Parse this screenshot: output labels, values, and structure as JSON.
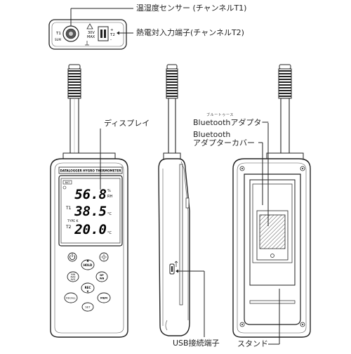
{
  "labels": {
    "sensor_t1": "温湿度センサー (チャンネルT1)",
    "thermo_t2": "熱電対入力端子(チャンネルT2)",
    "display": "ディスプレイ",
    "bt_ruby": "ブルートゥース",
    "bt_adapter": "Bluetoothアダプター",
    "bt_cover_1": "Bluetooth",
    "bt_cover_2": "アダプターカバー",
    "stand": "スタンド",
    "usb": "USB接続端子"
  },
  "top_device": {
    "t1": "T1",
    "sum": "SUM",
    "max": "30V",
    "max2": "MAX",
    "t2": "T2",
    "plus": "+",
    "minus": "-"
  },
  "front": {
    "header": "DATALOGGER HYGRO THERMOMETER",
    "bat": "BAT",
    "rh_value": "56.8",
    "rh_unit_top": "%",
    "rh_unit": "RH",
    "t1_label": "T1",
    "t1_value": "38.5",
    "t1_unit": "°C",
    "type_label": "TYPE K",
    "t2_label": "T2",
    "t2_value": "20.0",
    "t2_unit": "°C",
    "buttons": {
      "hold": "HOLD",
      "min_max": "MIN\nMAX\nAVG",
      "dp_wb": "DP\nWB",
      "rec": "REC",
      "recall": "RECALL",
      "mem": "MEM",
      "set": "SET"
    }
  }
}
